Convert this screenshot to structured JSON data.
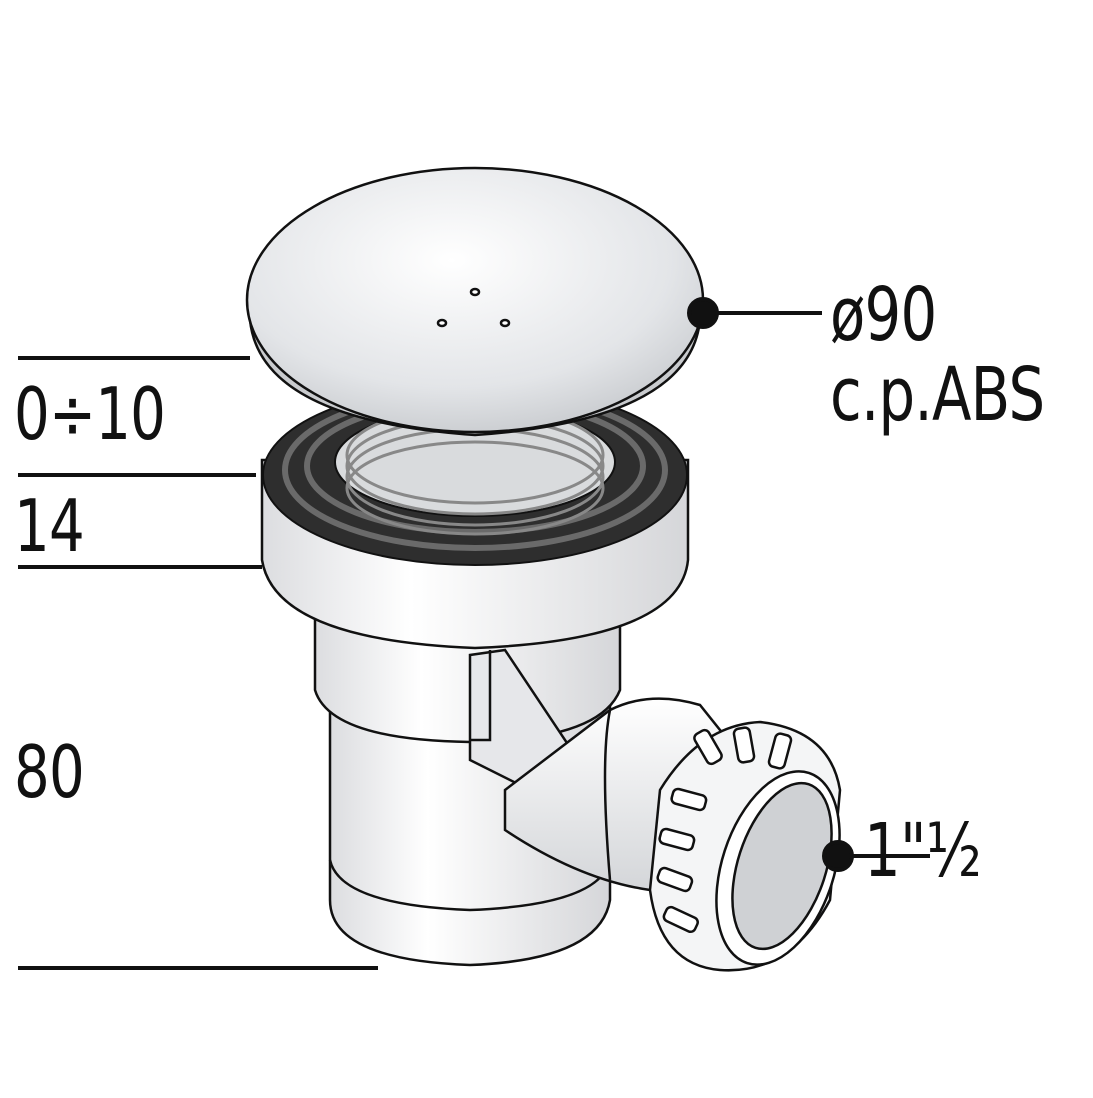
{
  "dimensions": {
    "adjust_range": "0÷10",
    "flange_height": "14",
    "body_height": "80"
  },
  "callouts": {
    "cover_diameter": "ø90",
    "cover_material": "c.p.ABS",
    "outlet_thread": "1\"½"
  },
  "icons": [
    "shower-waste-trap-icon"
  ],
  "colors": {
    "line": "#111111",
    "body": "#f2f3f5",
    "chrome": "#d9dbde",
    "gasket": "#3a3a3a"
  }
}
